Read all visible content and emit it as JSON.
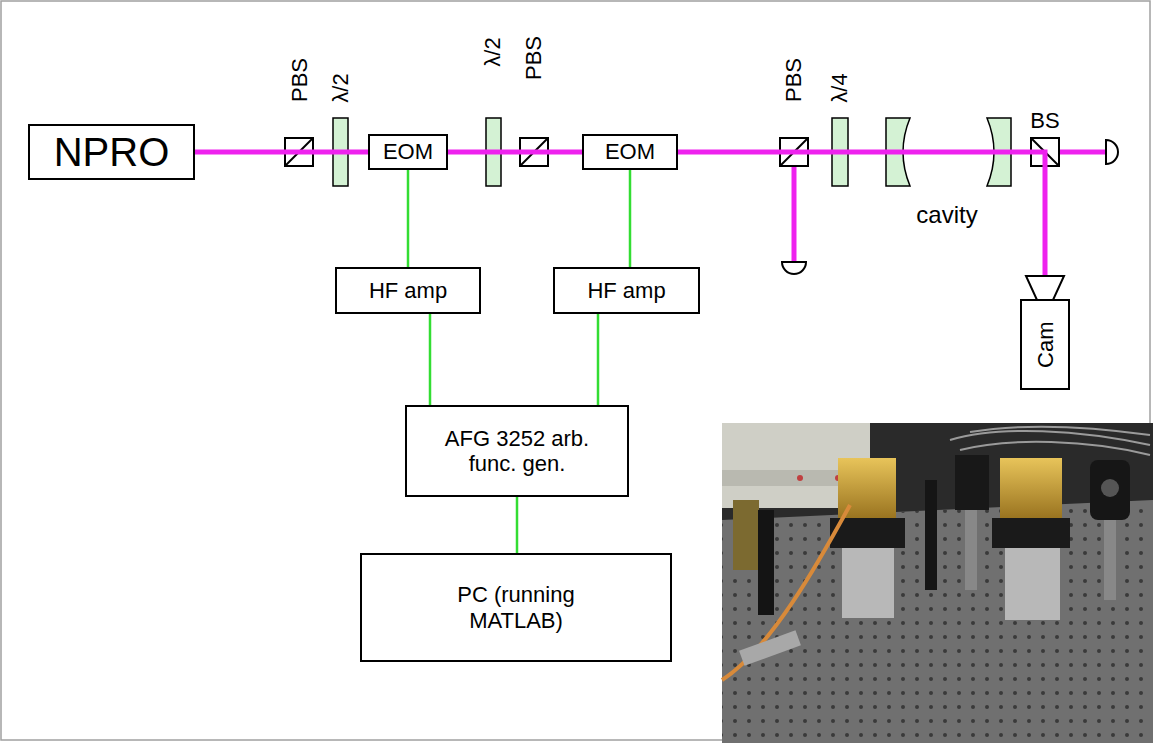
{
  "diagram": {
    "nodes": [
      {
        "text": [
          "NPRO"
        ]
      },
      {
        "text": [
          "EOM"
        ]
      },
      {
        "text": [
          "EOM"
        ]
      },
      {
        "text": [
          "Cam"
        ]
      },
      {
        "text": [
          "HF amp"
        ]
      },
      {
        "text": [
          "HF amp"
        ]
      },
      {
        "text": [
          "AFG 3252 arb. func. gen."
        ]
      },
      {
        "text": [
          "PC (running MATLAB)"
        ]
      }
    ],
    "edges": [
      {
        "from": 0,
        "to": 1,
        "arrow": "none"
      },
      {
        "from": 1,
        "to": 2,
        "arrow": "none"
      },
      {
        "from": 2,
        "to": 3,
        "arrow": "none"
      },
      {
        "from": 1,
        "to": 4,
        "arrow": "none"
      },
      {
        "from": 2,
        "to": 5,
        "arrow": "none"
      },
      {
        "from": 4,
        "to": 6,
        "arrow": "none"
      },
      {
        "from": 5,
        "to": 6,
        "arrow": "none"
      },
      {
        "from": 6,
        "to": 7,
        "arrow": "none"
      }
    ],
    "labels": [
      "PBS",
      "λ/2",
      "λ/2",
      "PBS",
      "PBS",
      "λ/4",
      "cavity",
      "BS"
    ]
  }
}
